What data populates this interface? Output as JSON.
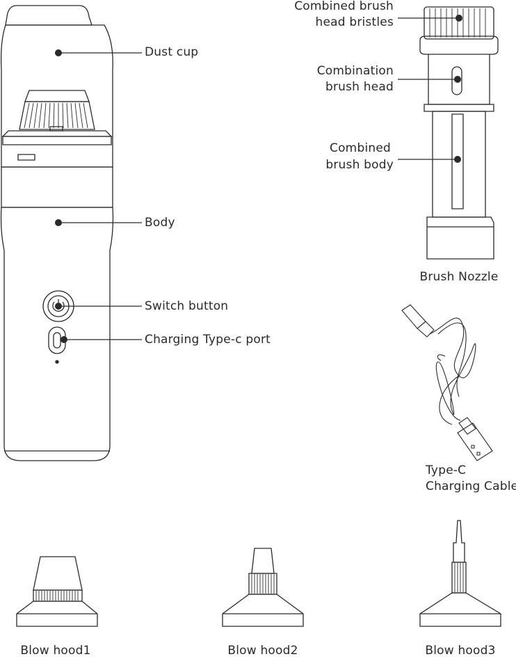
{
  "vacuum_labels": {
    "dust_cup": "Dust cup",
    "body": "Body",
    "switch_button": "Switch button",
    "charging_port": "Charging Type-c port"
  },
  "brush_labels": {
    "bristles_line1": "Combined brush",
    "bristles_line2": "head bristles",
    "head_line1": "Combination",
    "head_line2": "brush head",
    "body_line1": "Combined",
    "body_line2": "brush body",
    "caption": "Brush Nozzle"
  },
  "cable_labels": {
    "line1": "Type-C",
    "line2": "Charging Cable"
  },
  "blow_hoods": [
    {
      "label": "Blow hood1"
    },
    {
      "label": "Blow hood2"
    },
    {
      "label": "Blow hood3"
    }
  ]
}
